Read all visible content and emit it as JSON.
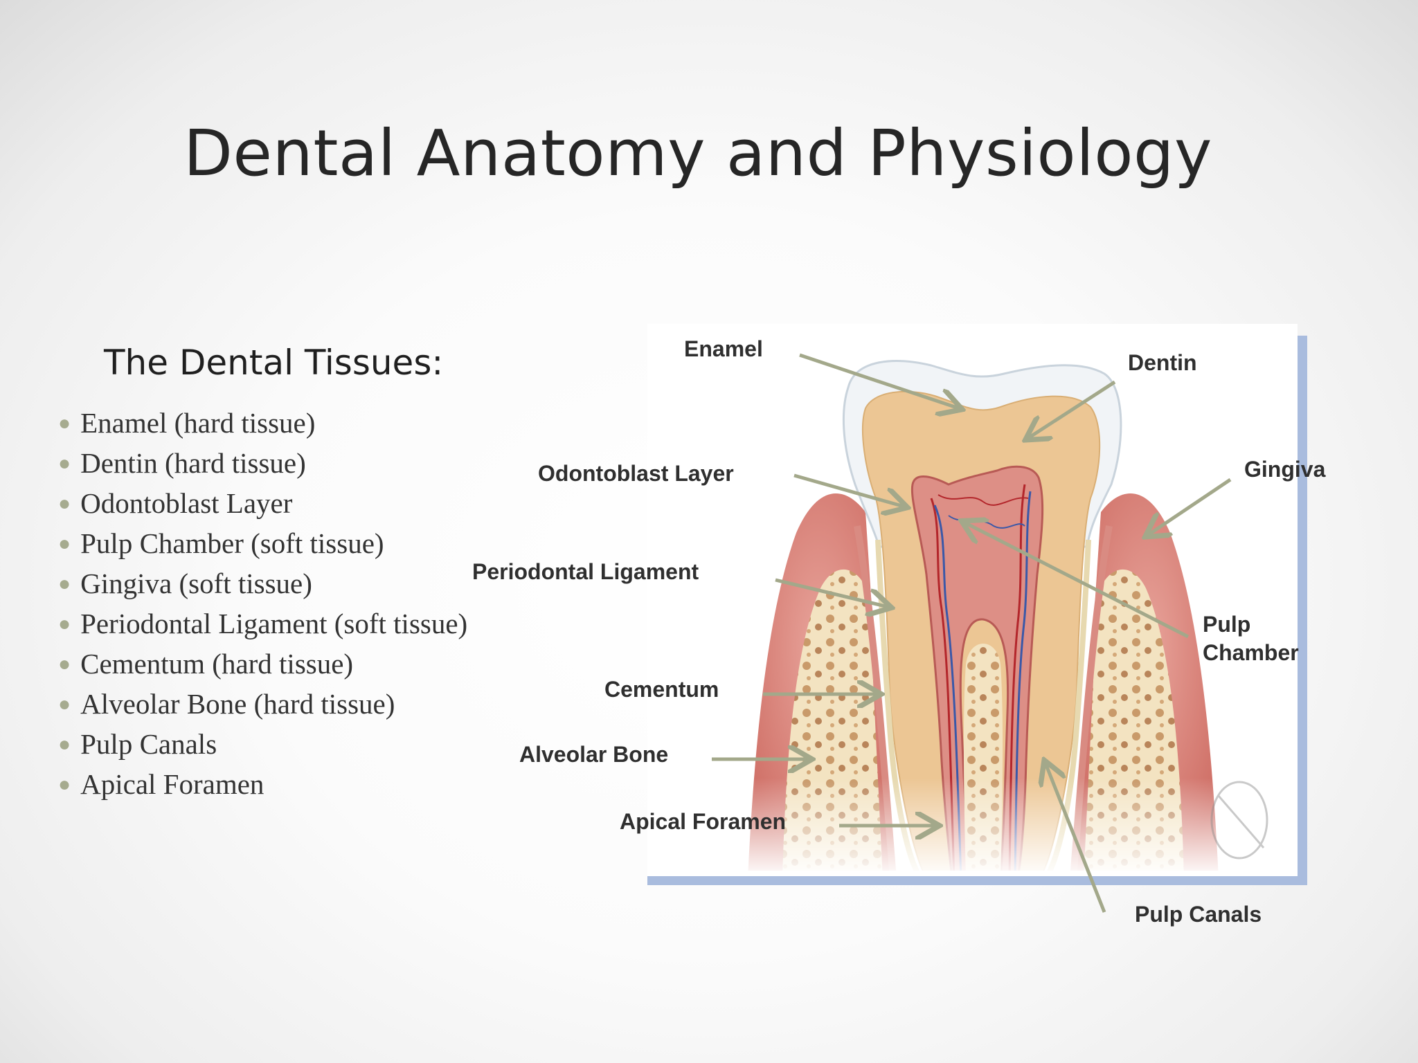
{
  "title": "Dental Anatomy and Physiology",
  "subtitle": "The Dental Tissues:",
  "tissues": [
    "Enamel (hard tissue)",
    "Dentin (hard tissue)",
    "Odontoblast Layer",
    "Pulp Chamber (soft tissue)",
    "Gingiva (soft tissue)",
    "Periodontal Ligament (soft tissue)",
    "Cementum (hard tissue)",
    "Alveolar Bone (hard tissue)",
    "Pulp Canals",
    "Apical Foramen"
  ],
  "diagram": {
    "labels": {
      "enamel": "Enamel",
      "dentin": "Dentin",
      "odontoblast": "Odontoblast Layer",
      "gingiva": "Gingiva",
      "periodontal": "Periodontal Ligament",
      "pulp_chamber_1": "Pulp",
      "pulp_chamber_2": "Chamber",
      "cementum": "Cementum",
      "alveolar": "Alveolar Bone",
      "apical": "Apical Foramen",
      "pulp_canals": "Pulp Canals"
    }
  },
  "colors": {
    "arrow": "#a3a88a",
    "frame": "#a9bcde",
    "bullet": "#a6ab8f",
    "gum": "#d9827a",
    "enamel": "#f1f4f7",
    "dentin": "#ecc694",
    "pulp": "#dd8f86",
    "bone": "#f3e3c1"
  }
}
